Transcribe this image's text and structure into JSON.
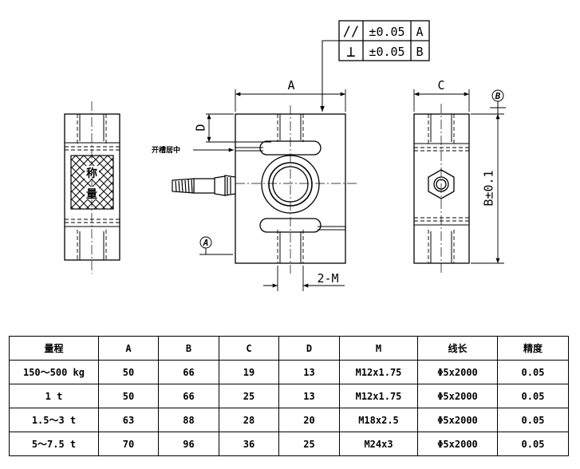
{
  "drawing": {
    "tolerance_frame": {
      "row1": {
        "symbol": "//",
        "value": "±0.05",
        "datum": "A"
      },
      "row2": {
        "symbol": "⊥",
        "value": "±0.05",
        "datum": "B"
      }
    },
    "dim_a": "A",
    "dim_c": "C",
    "dim_d": "D",
    "dim_b": "B±0.1",
    "dim_m": "2-M",
    "datum_a": "A",
    "datum_b": "B",
    "slot_note": "开槽居中",
    "label_chars": [
      "称",
      "量"
    ]
  },
  "table": {
    "headers": [
      "量程",
      "A",
      "B",
      "C",
      "D",
      "M",
      "线长",
      "精度"
    ],
    "rows": [
      [
        "150～500 kg",
        "50",
        "66",
        "19",
        "13",
        "M12x1.75",
        "Φ5x2000",
        "0.05"
      ],
      [
        "1 t",
        "50",
        "66",
        "25",
        "13",
        "M12x1.75",
        "Φ5x2000",
        "0.05"
      ],
      [
        "1.5～3 t",
        "63",
        "88",
        "28",
        "20",
        "M18x2.5",
        "Φ5x2000",
        "0.05"
      ],
      [
        "5～7.5 t",
        "70",
        "96",
        "36",
        "25",
        "M24x3",
        "Φ5x2000",
        "0.05"
      ]
    ]
  }
}
